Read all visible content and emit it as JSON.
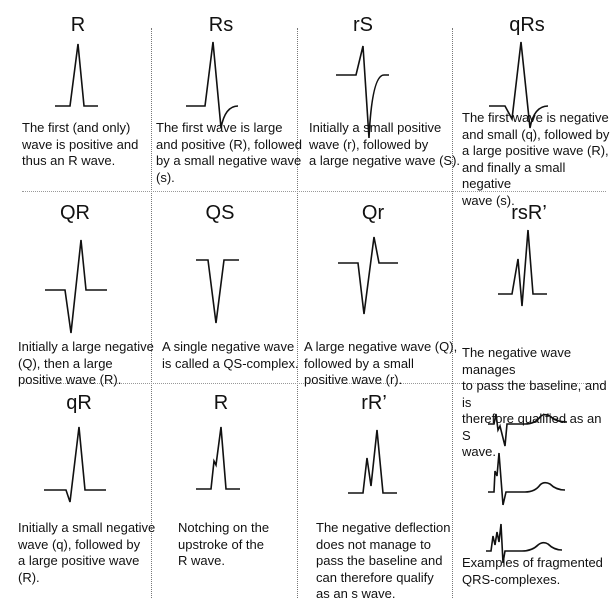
{
  "cells": [
    {
      "title": "R",
      "desc": "The first (and only)\nwave is positive and\nthus an R wave."
    },
    {
      "title": "Rs",
      "desc": "The first wave is large\nand positive (R), followed\nby a small negative wave\n(s)."
    },
    {
      "title": "rS",
      "desc": "Initially a small positive\nwave (r), followed by\na large negative wave (S)."
    },
    {
      "title": "qRs",
      "desc": "The first wave is negative\nand small (q), followed by\na large positive wave (R),\nand finally a small negative\nwave (s)."
    },
    {
      "title": "QR",
      "desc": "Initially a large negative\n(Q), then a large\npositive wave (R)."
    },
    {
      "title": "QS",
      "desc": "A single negative wave\nis called a QS-complex."
    },
    {
      "title": "Qr",
      "desc": "A large negative wave (Q),\nfollowed by a small\npositive wave (r)."
    },
    {
      "title": "rsR’",
      "desc": "The negative wave manages\nto pass the baseline, and is\ntherefore qualified as an S\nwave."
    },
    {
      "title": "qR",
      "desc": "Initially a small negative\nwave (q), followed by\na large positive wave\n(R)."
    },
    {
      "title": "R",
      "desc": "Notching on the\nupstroke of the\nR wave."
    },
    {
      "title": "rR’",
      "desc": "The negative deflection\ndoes not manage to\npass the baseline and\ncan therefore qualify\nas an s wave."
    },
    {
      "title": "",
      "desc": "Examples of fragmented\nQRS-complexes."
    }
  ]
}
